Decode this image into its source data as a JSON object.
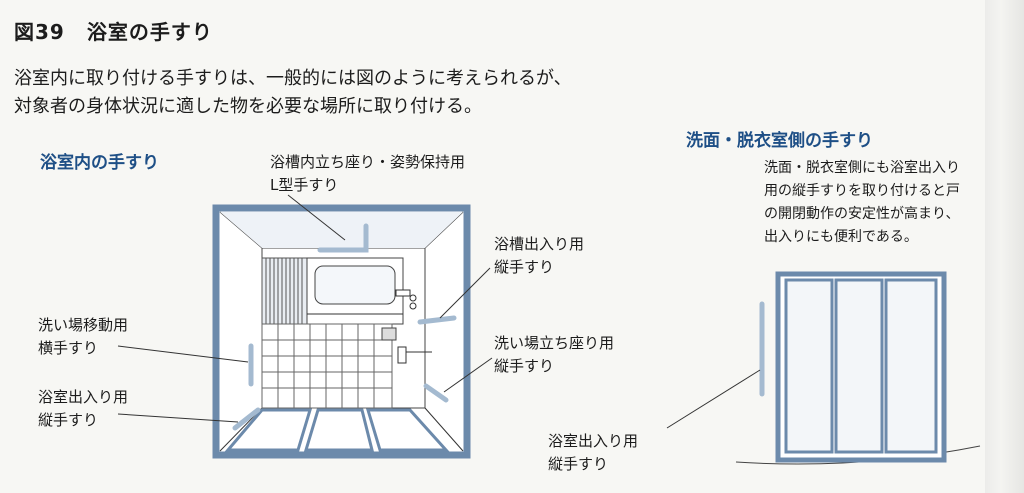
{
  "figure": {
    "number": "図39",
    "title": "浴室の手すり"
  },
  "intro": [
    "浴室内に取り付ける手すりは、一般的には図のように考えられるが、",
    "対象者の身体状況に適した物を必要な場所に取り付ける。"
  ],
  "bathroom": {
    "heading": "浴室内の手すり",
    "labels": {
      "l_shape": [
        "浴槽内立ち座り・姿勢保持用",
        "L型手すり"
      ],
      "tub_entry": [
        "浴槽出入り用",
        "縦手すり"
      ],
      "wash_move": [
        "洗い場移動用",
        "横手すり"
      ],
      "wash_stand": [
        "洗い場立ち座り用",
        "縦手すり"
      ],
      "bath_entry": [
        "浴室出入り用",
        "縦手すり"
      ]
    }
  },
  "washroom": {
    "heading": "洗面・脱衣室側の手すり",
    "description": [
      "洗面・脱衣室側にも浴室出入り",
      "用の縦手すりを取り付けると戸",
      "の開閉動作の安定性が高まり、",
      "出入りにも便利である。"
    ],
    "label": [
      "浴室出入り用",
      "縦手すり"
    ]
  },
  "colors": {
    "accent": "#1e4f86",
    "frame": "#6c8aab",
    "rail": "#a4bad0",
    "line": "#333333"
  }
}
